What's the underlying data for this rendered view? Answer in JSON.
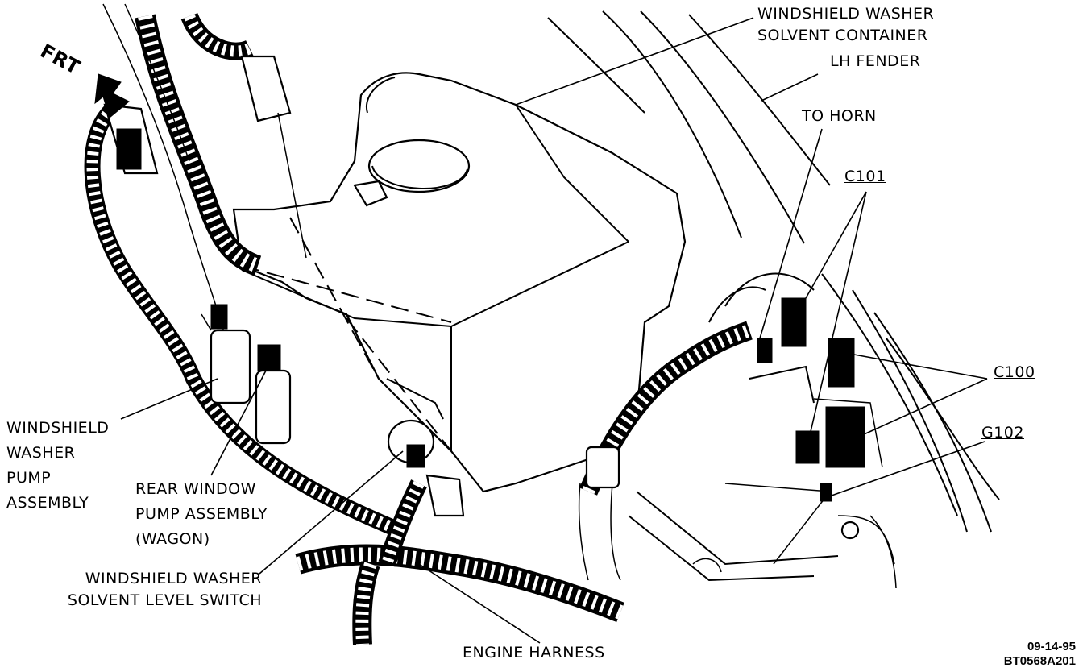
{
  "labels": {
    "solvent_container": "WINDSHIELD WASHER\nSOLVENT CONTAINER",
    "lh_fender": "LH FENDER",
    "to_horn": "TO HORN",
    "c101": "C101",
    "c100": "C100",
    "g102": "G102",
    "washer_pump": "WINDSHIELD\nWASHER\nPUMP\nASSEMBLY",
    "rear_pump": "REAR WINDOW\nPUMP ASSEMBLY\n(WAGON)",
    "level_switch": "WINDSHIELD WASHER\nSOLVENT LEVEL SWITCH",
    "engine_harness": "ENGINE HARNESS",
    "frt": "FRT",
    "stamp": "09-14-95\nBT0568A201"
  },
  "colors": {
    "ink": "#000000",
    "paper": "#ffffff"
  },
  "icons": {
    "frt_arrow": "arrow-right-down-icon"
  }
}
